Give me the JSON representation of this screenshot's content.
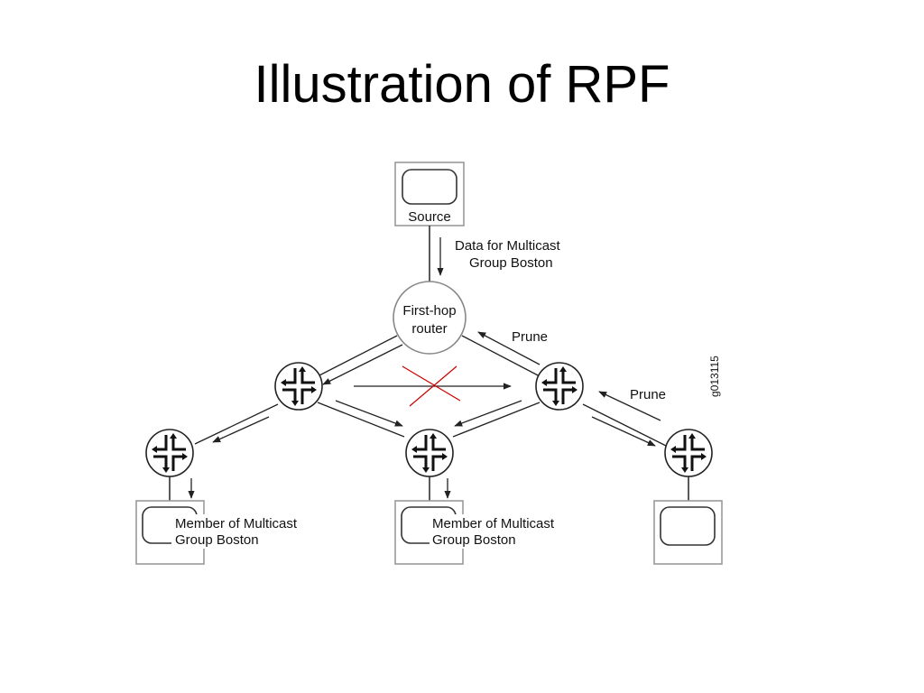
{
  "slide": {
    "title": "Illustration of RPF"
  },
  "diagram": {
    "source_label": "Source",
    "data_label_line1": "Data for Multicast",
    "data_label_line2": "Group Boston",
    "first_hop_line1": "First-hop",
    "first_hop_line2": "router",
    "prune_top": "Prune",
    "prune_right": "Prune",
    "figure_id": "g013115",
    "member_left_line1": "Member of Multicast",
    "member_left_line2": "Group Boston",
    "member_mid_line1": "Member of Multicast",
    "member_mid_line2": "Group Boston",
    "cross_color": "#cc0000"
  }
}
